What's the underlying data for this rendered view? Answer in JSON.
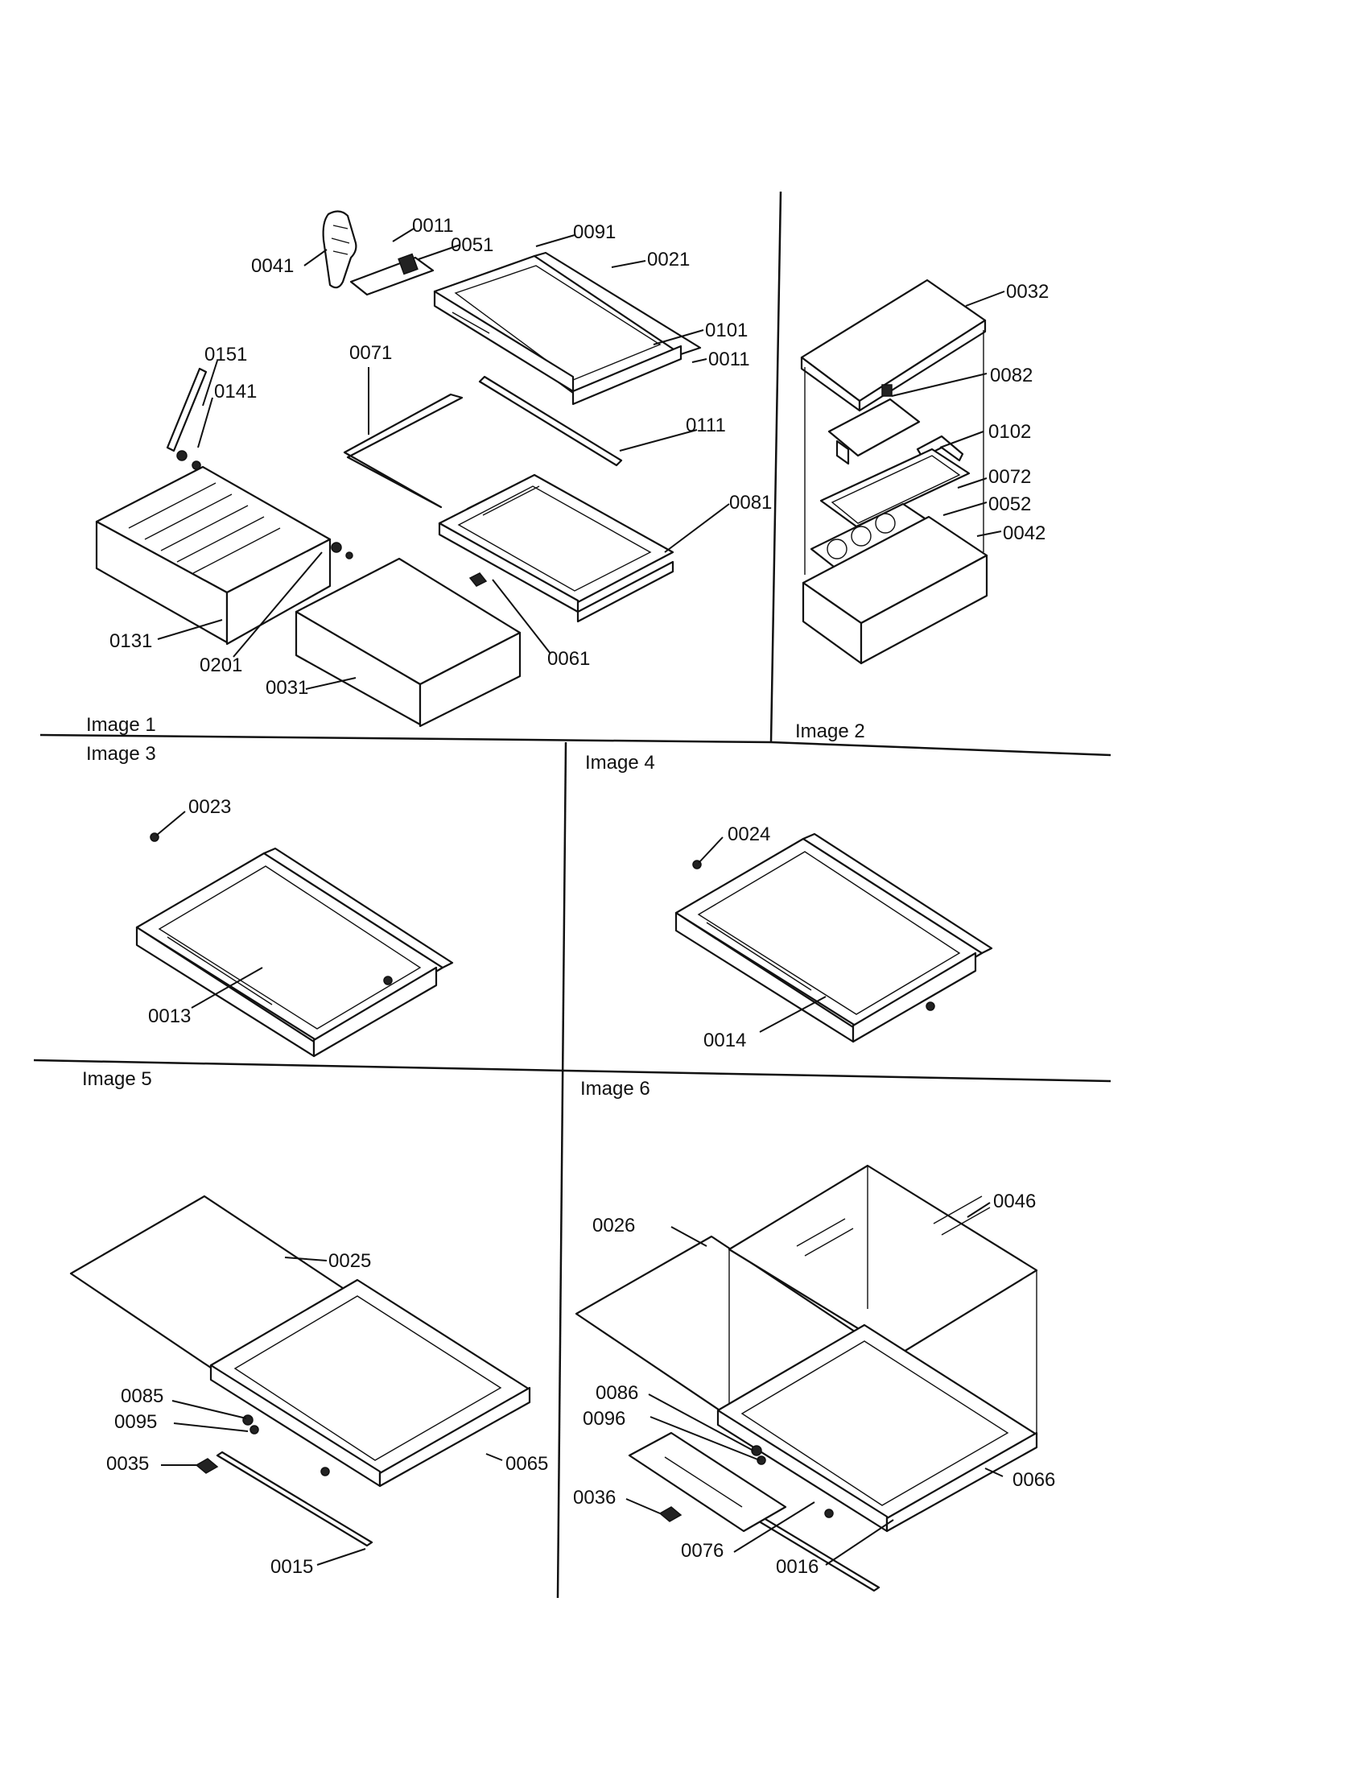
{
  "panels": [
    {
      "title": "Image 1"
    },
    {
      "title": "Image 2"
    },
    {
      "title": "Image 3"
    },
    {
      "title": "Image 4"
    },
    {
      "title": "Image 5"
    },
    {
      "title": "Image 6"
    }
  ],
  "labels": [
    "0011",
    "0051",
    "0091",
    "0021",
    "0041",
    "0101",
    "0011",
    "0151",
    "0071",
    "0141",
    "0111",
    "0081",
    "0131",
    "0201",
    "0061",
    "0031",
    "0032",
    "0082",
    "0102",
    "0072",
    "0052",
    "0042",
    "0023",
    "0013",
    "0024",
    "0014",
    "0025",
    "0085",
    "0095",
    "0035",
    "0065",
    "0015",
    "0026",
    "0046",
    "0086",
    "0096",
    "0036",
    "0066",
    "0076",
    "0016"
  ]
}
